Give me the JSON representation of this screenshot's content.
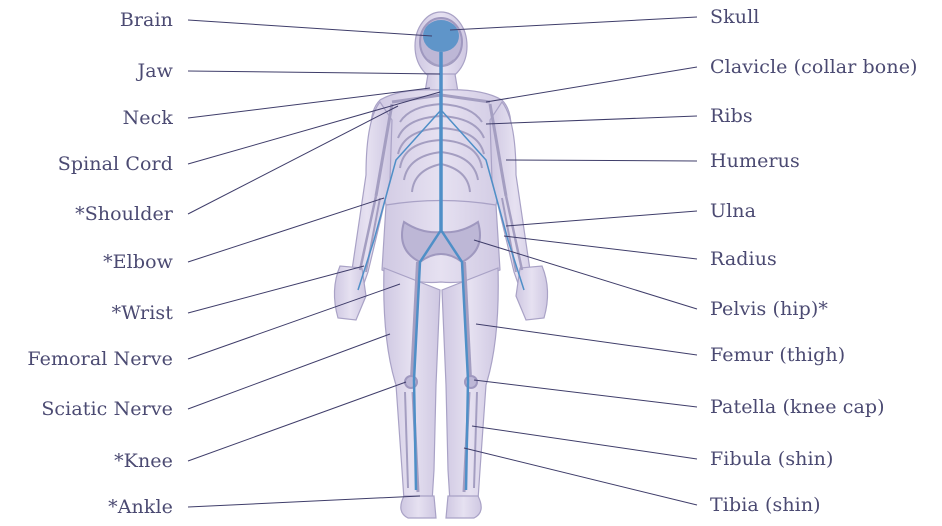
{
  "colors": {
    "label_text": "#4b4a72",
    "leader_line": "#3f3d6a",
    "body_fill": "#dcd6ea",
    "bone": "#a49ec1",
    "nerve": "#4f8fc7"
  },
  "left_labels": [
    "Brain",
    "Jaw",
    "Neck",
    "Spinal Cord",
    "*Shoulder",
    "*Elbow",
    "*Wrist",
    "Femoral Nerve",
    "Sciatic Nerve",
    "*Knee",
    "*Ankle"
  ],
  "right_labels": [
    "Skull",
    "Clavicle (collar bone)",
    "Ribs",
    "Humerus",
    "Ulna",
    "Radius",
    "Pelvis (hip)*",
    "Femur (thigh)",
    "Patella (knee cap)",
    "Fibula (shin)",
    "Tibia (shin)"
  ]
}
